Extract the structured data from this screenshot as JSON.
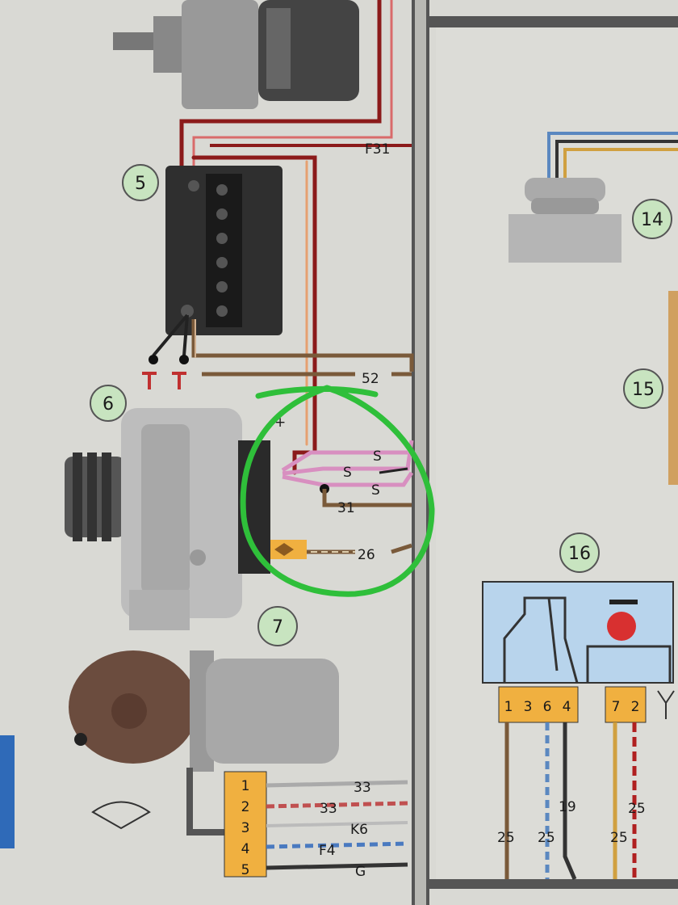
{
  "components": [
    {
      "id": "5",
      "label": "5"
    },
    {
      "id": "6",
      "label": "6"
    },
    {
      "id": "7",
      "label": "7"
    },
    {
      "id": "14",
      "label": "14"
    },
    {
      "id": "15",
      "label": "15"
    },
    {
      "id": "16",
      "label": "16"
    }
  ],
  "wire_labels": {
    "f31": "F31",
    "w52": "52",
    "s1": "S",
    "s2": "S",
    "s3": "S",
    "w31": "31",
    "w26": "26",
    "w33a": "33",
    "w33b": "33",
    "k6": "K6",
    "f4": "F4",
    "g": "G",
    "w19": "19",
    "w25a": "25",
    "w25b": "25",
    "w25c": "25",
    "w25d": "25",
    "plus": "+"
  },
  "connector_7_pins": [
    "1",
    "2",
    "3",
    "4",
    "5"
  ],
  "connector_16_left_pins": [
    "1",
    "3",
    "6",
    "4"
  ],
  "connector_16_right_pins": [
    "7",
    "2"
  ],
  "colors": {
    "paper": "#d9d9d4",
    "frame": "#4a4a4a",
    "red_wire": "#8b1a1a",
    "brown_wire": "#7a5a3a",
    "pink_wire": "#d88fc0",
    "green_marker": "#2fbf3a",
    "connector": "#f0b040",
    "label_circle": "#c8e4c0",
    "panel_blue": "#b8d4ec"
  }
}
